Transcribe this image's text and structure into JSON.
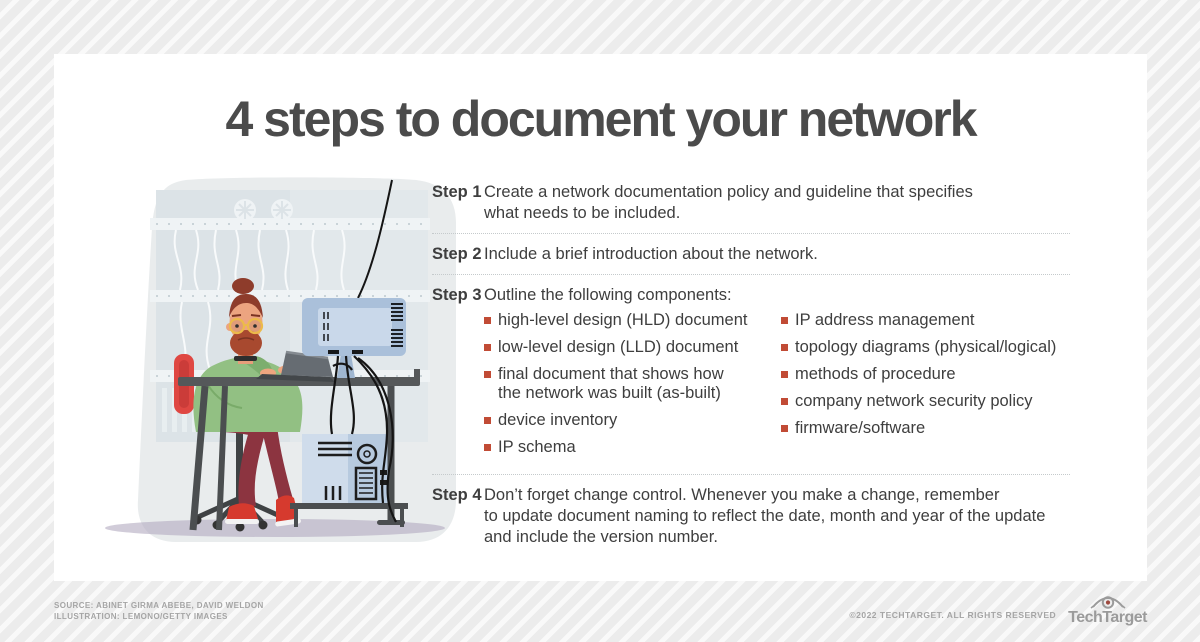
{
  "title": "4 steps to document your network",
  "steps": [
    {
      "label": "Step 1",
      "text": "Create a network documentation policy and guideline that specifies\nwhat needs to be included."
    },
    {
      "label": "Step 2",
      "text": "Include a brief introduction about the network."
    },
    {
      "label": "Step 3",
      "text": "Outline the following components:",
      "columns": {
        "left": [
          "high-level design (HLD) document",
          "low-level design (LLD) document",
          "final document that shows how\nthe network was built (as-built)",
          "device inventory",
          "IP schema"
        ],
        "right": [
          "IP address management",
          "topology diagrams (physical/logical)",
          "methods of procedure",
          "company network security policy",
          "firmware/software"
        ]
      }
    },
    {
      "label": "Step 4",
      "text": "Don’t forget change control. Whenever you make a change, remember\nto update document naming to reflect the date, month and year of the update\nand include the version number."
    }
  ],
  "footer": {
    "source": "SOURCE: ABINET GIRMA ABEBE, DAVID WELDON",
    "illustration_credit": "ILLUSTRATION: LEMONO/GETTY IMAGES",
    "copyright": "©2022 TECHTARGET. ALL RIGHTS RESERVED",
    "brand": "TechTarget"
  },
  "colors": {
    "bullet_accent": "#c14b35",
    "title_text": "#4b4b4b",
    "body_text": "#3e3e3e",
    "footer_text": "#a5a5a5",
    "logo_gray": "#9b9b9b",
    "chair_red": "#df4742",
    "hoodie_green": "#92c083",
    "background_stripe": "#ececec"
  },
  "icons": {
    "bullet": "square-bullet",
    "logo_eye": "techtarget-eye"
  }
}
